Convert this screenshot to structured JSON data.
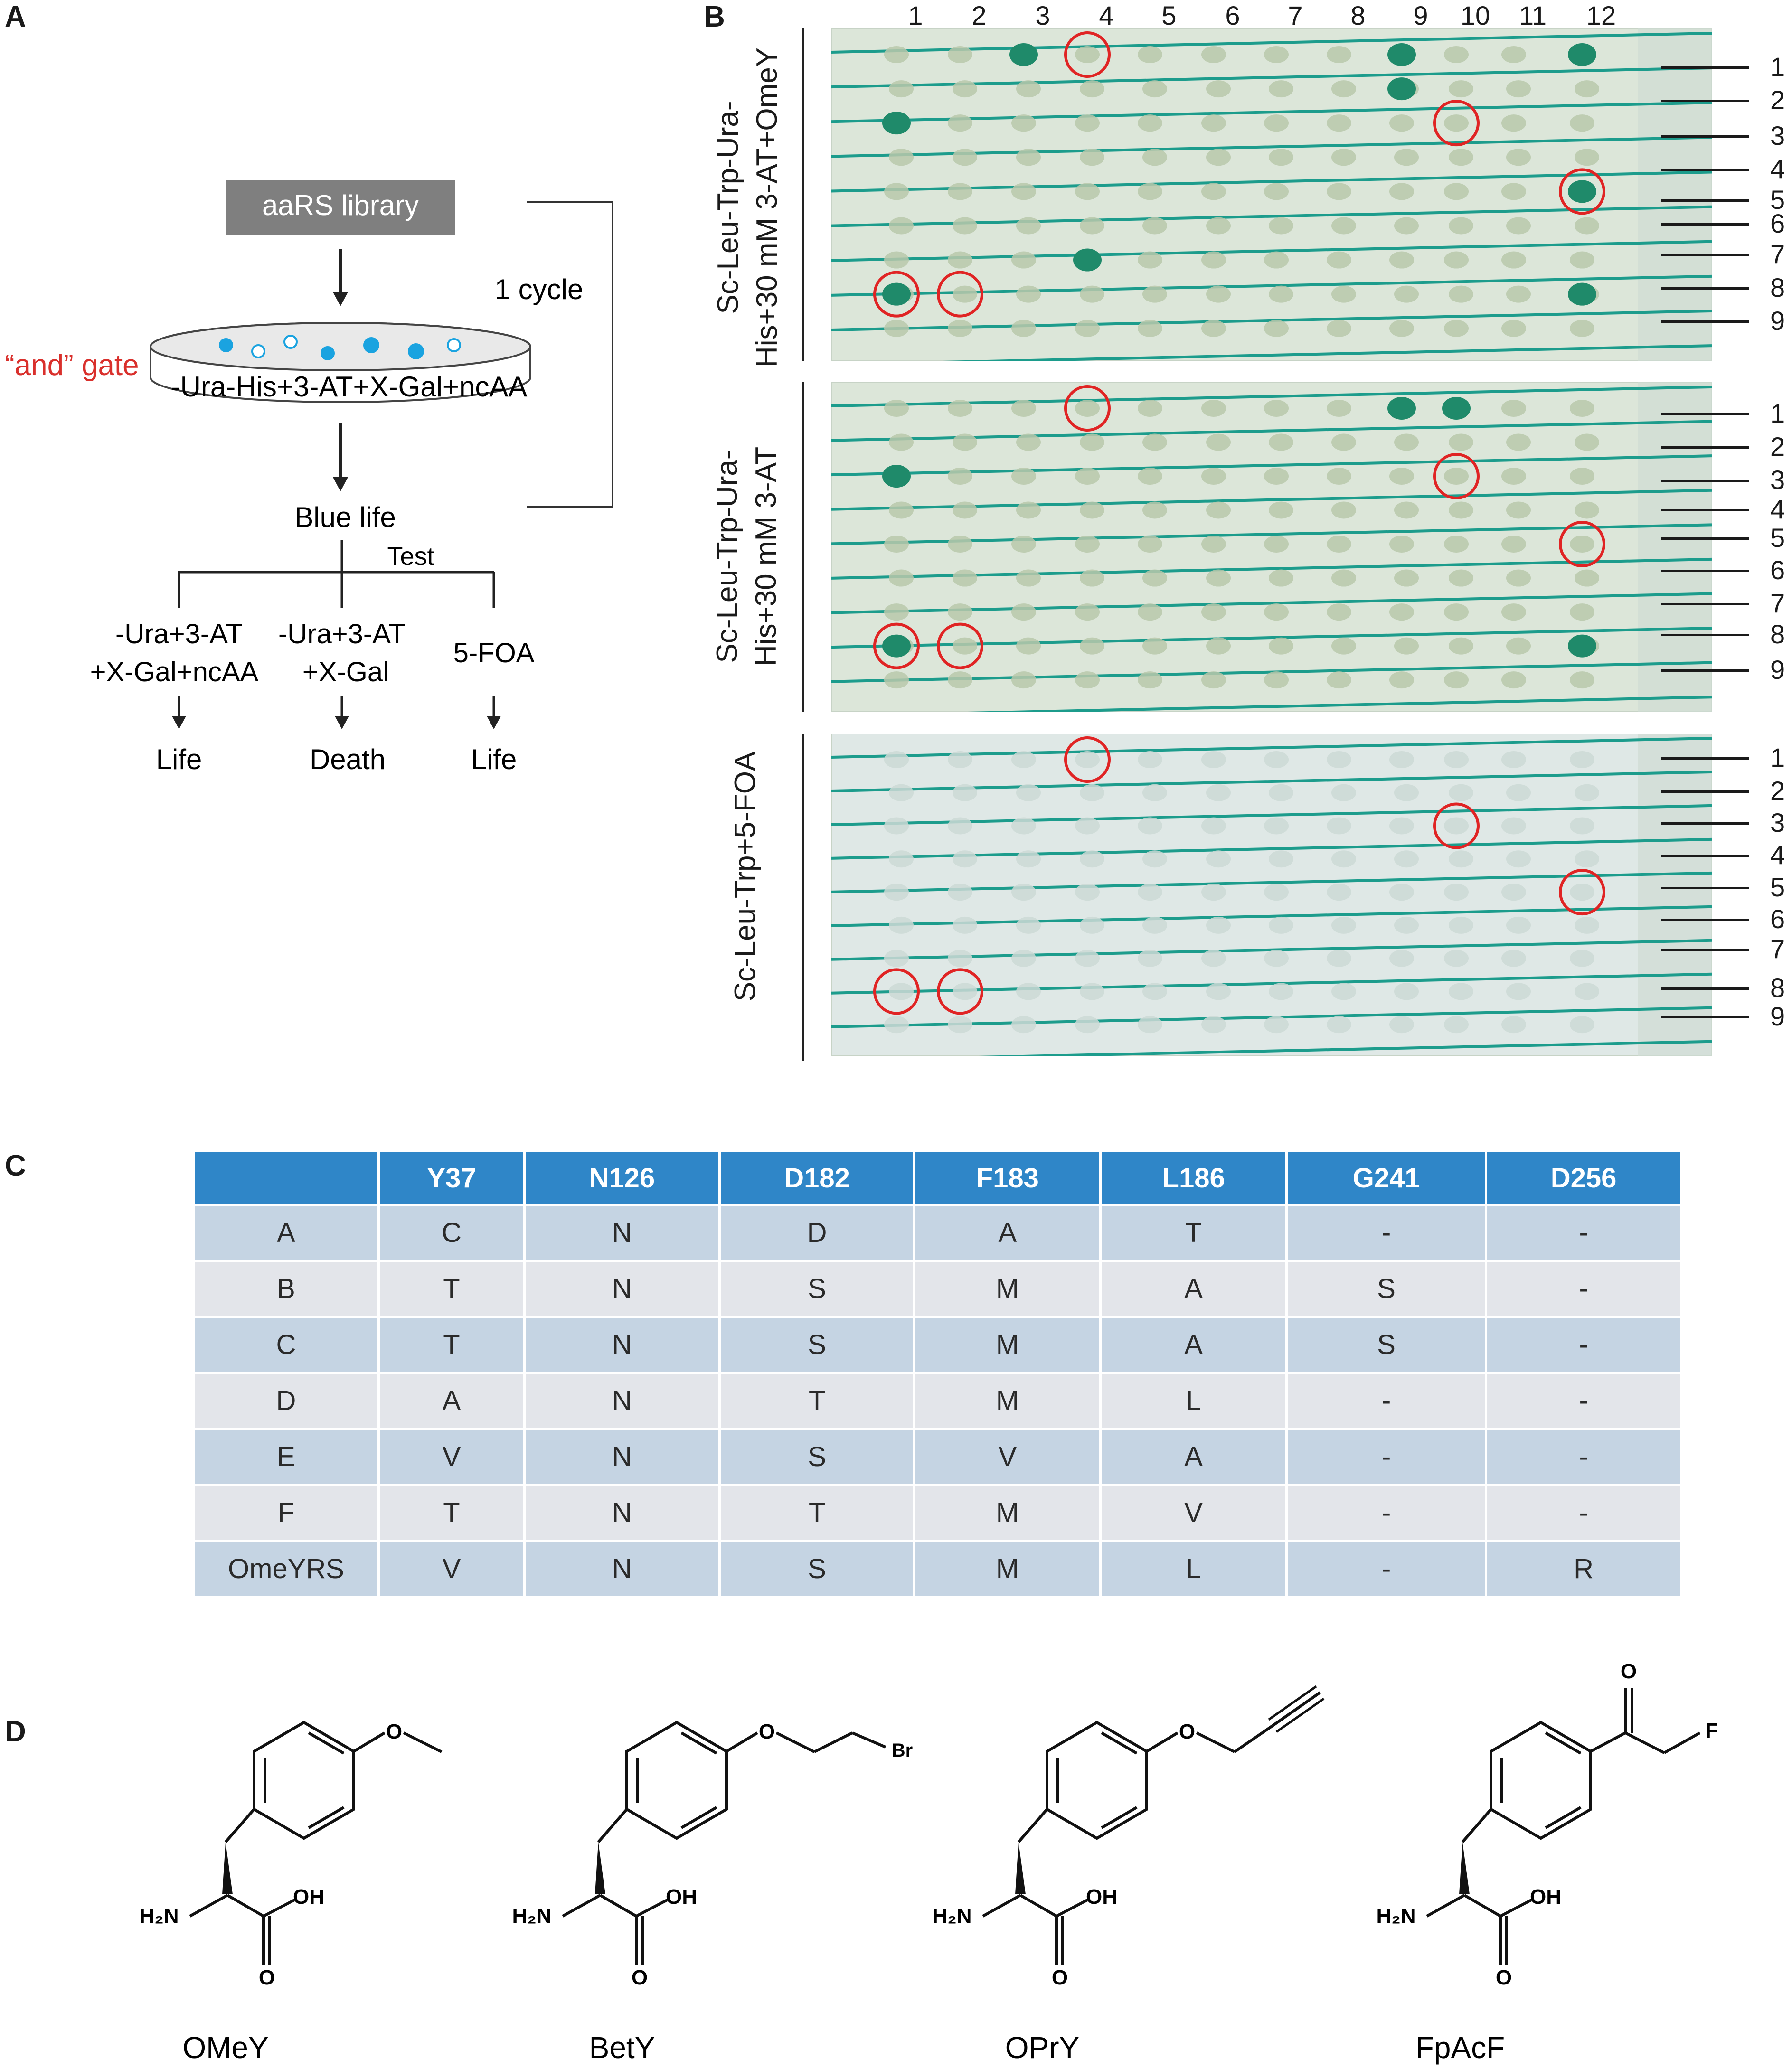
{
  "panels": {
    "a": "A",
    "b": "B",
    "c": "C",
    "d": "D"
  },
  "panel_a": {
    "library": "aaRS library",
    "cycle": "1 cycle",
    "and_gate": "“and” gate",
    "plate_media": "-Ura-His+3-AT+X-Gal+ncAA",
    "blue_life": "Blue life",
    "test": "Test",
    "branches": [
      {
        "condition_line1": "-Ura+3-AT",
        "condition_line2": "+X-Gal+ncAA",
        "outcome": "Life"
      },
      {
        "condition_line1": "-Ura+3-AT",
        "condition_line2": "+X-Gal",
        "outcome": "Death"
      },
      {
        "condition_line1": "5-FOA",
        "condition_line2": "",
        "outcome": "Life"
      }
    ],
    "colors": {
      "gate_text": "#d9302c",
      "library_box": "#7f7f7f",
      "blue_dot": "#1aa3e0"
    }
  },
  "panel_b": {
    "columns": [
      "1",
      "2",
      "3",
      "4",
      "5",
      "6",
      "7",
      "8",
      "9",
      "10",
      "11",
      "12"
    ],
    "rows": [
      "1",
      "2",
      "3",
      "4",
      "5",
      "6",
      "7",
      "8",
      "9"
    ],
    "plates": [
      {
        "label_line1": "Sc-Leu-Trp-Ura-",
        "label_line2": "His+30 mM 3-AT+OmeY"
      },
      {
        "label_line1": "Sc-Leu-Trp-Ura-",
        "label_line2": "His+30 mM 3-AT"
      },
      {
        "label_line1": "Sc-Leu-Trp+5-FOA",
        "label_line2": ""
      }
    ],
    "colors": {
      "circle": "#e02424",
      "grid_line": "#1c9c8c",
      "plate_bg": "#d8e4dc"
    }
  },
  "panel_c": {
    "headers": [
      "",
      "Y37",
      "N126",
      "D182",
      "F183",
      "L186",
      "G241",
      "D256"
    ],
    "rows": [
      [
        "A",
        "C",
        "N",
        "D",
        "A",
        "T",
        "-",
        "-"
      ],
      [
        "B",
        "T",
        "N",
        "S",
        "M",
        "A",
        "S",
        "-"
      ],
      [
        "C",
        "T",
        "N",
        "S",
        "M",
        "A",
        "S",
        "-"
      ],
      [
        "D",
        "A",
        "N",
        "T",
        "M",
        "L",
        "-",
        "-"
      ],
      [
        "E",
        "V",
        "N",
        "S",
        "V",
        "A",
        "-",
        "-"
      ],
      [
        "F",
        "T",
        "N",
        "T",
        "M",
        "V",
        "-",
        "-"
      ],
      [
        "OmeYRS",
        "V",
        "N",
        "S",
        "M",
        "L",
        "-",
        "R"
      ]
    ],
    "colors": {
      "header": "#2f86c8",
      "row_odd": "#c5d4e3",
      "row_even": "#e3e5ea"
    }
  },
  "panel_d": {
    "compounds": [
      {
        "name": "OMeY",
        "nh2": "H₂N",
        "oh": "OH",
        "o": "O",
        "sub_o": "O",
        "sub_x": ""
      },
      {
        "name": "BetY",
        "nh2": "H₂N",
        "oh": "OH",
        "o": "O",
        "sub_o": "O",
        "sub_x": "Br"
      },
      {
        "name": "OPrY",
        "nh2": "H₂N",
        "oh": "OH",
        "o": "O",
        "sub_o": "O",
        "sub_x": ""
      },
      {
        "name": "FpAcF",
        "nh2": "H₂N",
        "oh": "OH",
        "o": "O",
        "sub_o": "O",
        "sub_x": "F"
      }
    ]
  }
}
